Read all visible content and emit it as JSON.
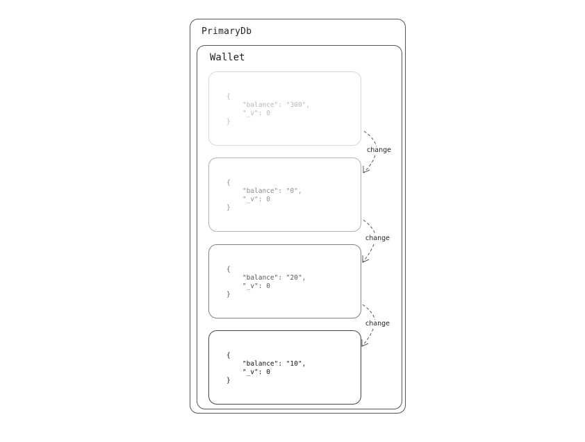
{
  "primary_db": {
    "title": "PrimaryDb"
  },
  "wallet": {
    "title": "Wallet"
  },
  "documents": [
    {
      "open": "{",
      "balance_line": "    \"balance\": \"300\",",
      "v_line": "    \"_v\": 0",
      "close": "}"
    },
    {
      "open": "{",
      "balance_line": "    \"balance\": \"0\",",
      "v_line": "    \"_v\": 0",
      "close": "}"
    },
    {
      "open": "{",
      "balance_line": "    \"balance\": \"20\",",
      "v_line": "    \"_v\": 0",
      "close": "}"
    },
    {
      "open": "{",
      "balance_line": "    \"balance\": \"10\",",
      "v_line": "    \"_v\": 0",
      "close": "}"
    }
  ],
  "transitions": [
    {
      "label": "change"
    },
    {
      "label": "change"
    },
    {
      "label": "change"
    }
  ]
}
